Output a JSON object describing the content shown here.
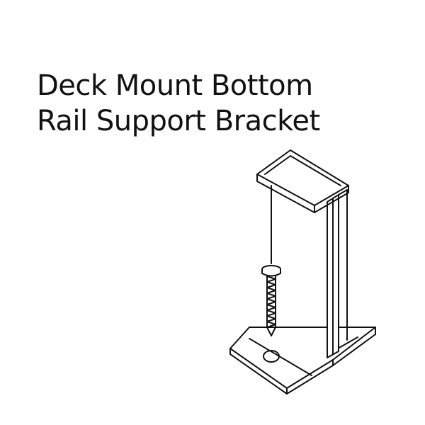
{
  "title": {
    "line1": "Deck Mount Bottom",
    "line2": "Rail Support Bracket"
  },
  "illustration": {
    "parts": [
      "base-plate",
      "mounting-hole",
      "vertical-web",
      "top-flange",
      "screw"
    ],
    "stroke_color": "#111111",
    "background_color": "#ffffff"
  }
}
